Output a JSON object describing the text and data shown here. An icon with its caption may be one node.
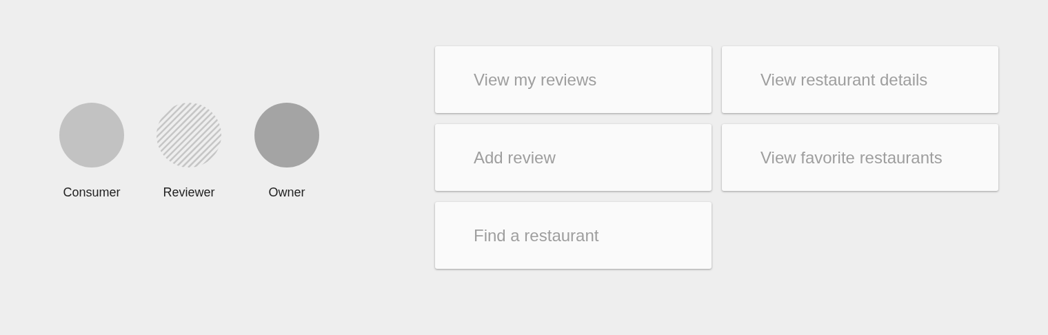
{
  "diagram": {
    "nodes": [
      {
        "text": [],
        "shape": "circle",
        "beside": [
          "Consumer"
        ]
      },
      {
        "text": [],
        "shape": "circle",
        "beside": [
          "Reviewer"
        ]
      },
      {
        "text": [],
        "shape": "circle",
        "beside": [
          "Owner"
        ]
      },
      {
        "text": [
          "View my reviews"
        ]
      },
      {
        "text": [
          "View restaurant details"
        ]
      },
      {
        "text": [
          "Add review"
        ]
      },
      {
        "text": [
          "View favorite restaurants"
        ]
      },
      {
        "text": [
          "Find a restaurant"
        ]
      }
    ],
    "edges": []
  }
}
